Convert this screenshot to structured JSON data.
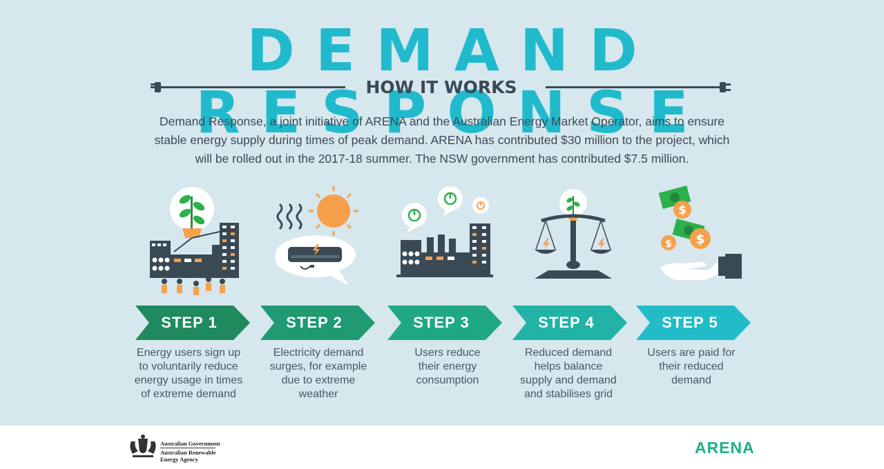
{
  "title": "DEMAND RESPONSE",
  "subtitle": "HOW IT WORKS",
  "intro": {
    "line1": "Demand Response, a joint initiative of ARENA and the Australian Energy Market Operator, aims to ensure",
    "line2": "stable energy supply during times of peak demand. ARENA has contributed $30 million to the project, which",
    "line3": "will be rolled out in the 2017-18 summer. The NSW government has contributed $7.5 million."
  },
  "steps": [
    {
      "label": "STEP 1",
      "color": "#1f8a5d",
      "desc": [
        "Energy users sign up",
        "to voluntarily reduce",
        "energy usage in times",
        "of extreme demand"
      ]
    },
    {
      "label": "STEP 2",
      "color": "#1f9a72",
      "desc": [
        "Electricity demand",
        "surges, for example",
        "due to extreme",
        "weather"
      ]
    },
    {
      "label": "STEP 3",
      "color": "#20a885",
      "desc": [
        "Users reduce",
        "their energy",
        "consumption"
      ]
    },
    {
      "label": "STEP 4",
      "color": "#21b3a6",
      "desc": [
        "Reduced demand",
        "helps balance",
        "supply and demand",
        "and stabilises grid"
      ]
    },
    {
      "label": "STEP 5",
      "color": "#22bcc8",
      "desc": [
        "Users are paid for",
        "their reduced",
        "demand"
      ]
    }
  ],
  "footer": {
    "gov_line1": "Australian Government",
    "gov_line2": "Australian Renewable",
    "gov_line3": "Energy Agency",
    "brand": "ARENA"
  },
  "colors": {
    "title": "#21bacd",
    "dark": "#3a4a55",
    "orange": "#f7a04b",
    "green": "#2db04a",
    "background": "#d6e7ee"
  }
}
